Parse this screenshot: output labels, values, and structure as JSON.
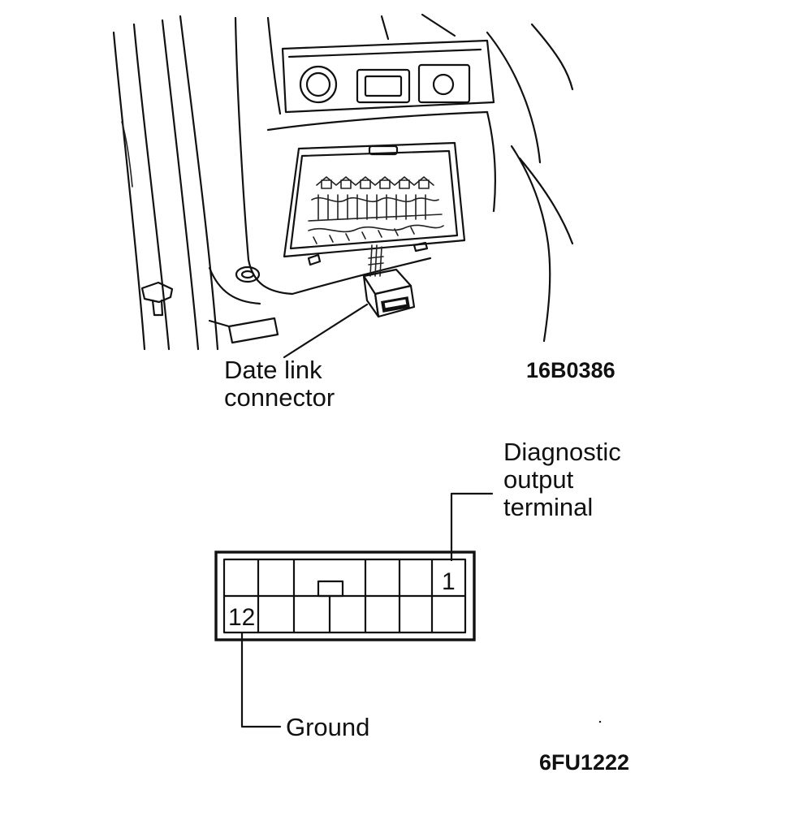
{
  "figure_top": {
    "callout_line1": "Date link",
    "callout_line2": "connector",
    "figure_code": "16B0386"
  },
  "figure_bottom": {
    "diagnostic_line1": "Diagnostic",
    "diagnostic_line2": "output",
    "diagnostic_line3": "terminal",
    "pin_right": "1",
    "pin_left": "12",
    "ground_label": "Ground",
    "figure_code": "6FU1222"
  }
}
